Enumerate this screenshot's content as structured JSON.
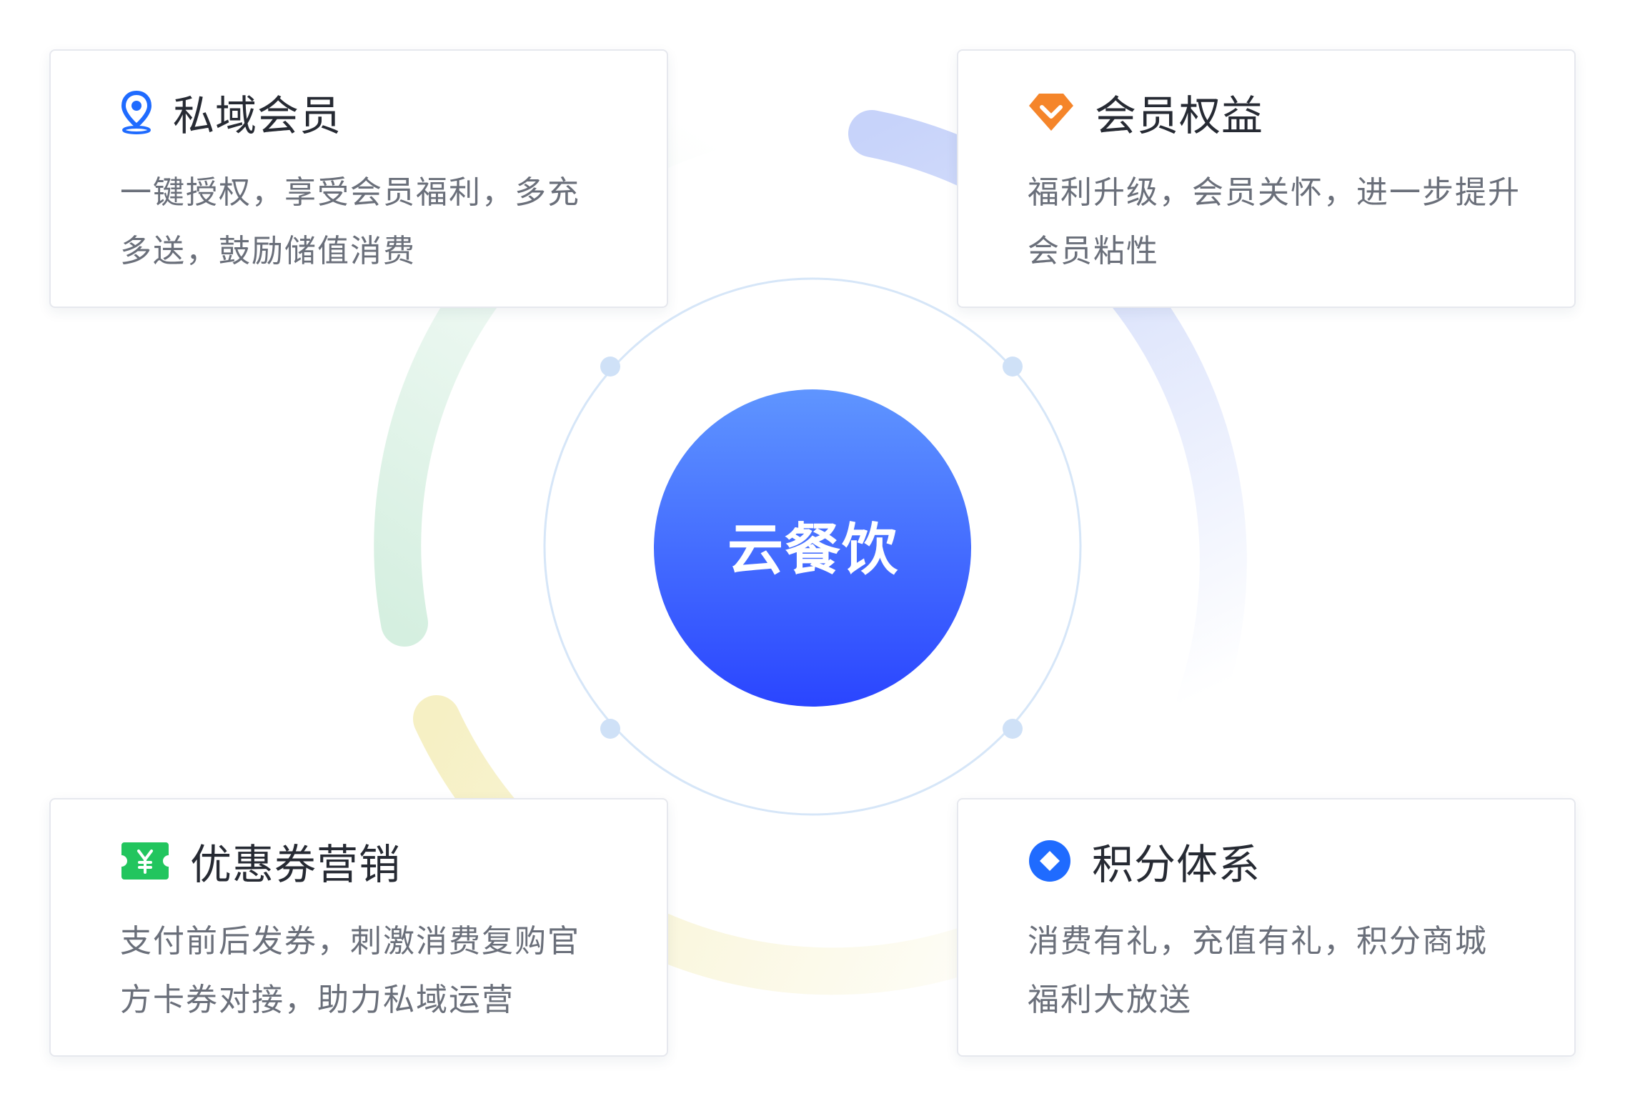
{
  "center": {
    "label": "云餐饮"
  },
  "cards": [
    {
      "title": "私域会员",
      "icon": "location-pin-icon",
      "icon_color": "#1f6bff",
      "lines": [
        "一键授权，享受会员福利，多充",
        "多送，鼓励储值消费"
      ]
    },
    {
      "title": "会员权益",
      "icon": "diamond-icon",
      "icon_color": "#f5852a",
      "lines": [
        "福利升级，会员关怀，进一步提升",
        "会员粘性"
      ]
    },
    {
      "title": "优惠券营销",
      "icon": "coupon-icon",
      "icon_color": "#22c55e",
      "lines": [
        "支付前后发券，刺激消费复购官",
        "方卡券对接，助力私域运营"
      ]
    },
    {
      "title": "积分体系",
      "icon": "points-icon",
      "icon_color": "#1f6bff",
      "lines": [
        "消费有礼，充值有礼，积分商城",
        "福利大放送"
      ]
    }
  ],
  "colors": {
    "center_top": "#5f95ff",
    "center_bottom": "#2a45ff",
    "ring": "#d6e6f8",
    "arc_blue": "#c9d6fa",
    "arc_green": "#d7f0e2",
    "arc_yellow": "#f7f2c8"
  }
}
